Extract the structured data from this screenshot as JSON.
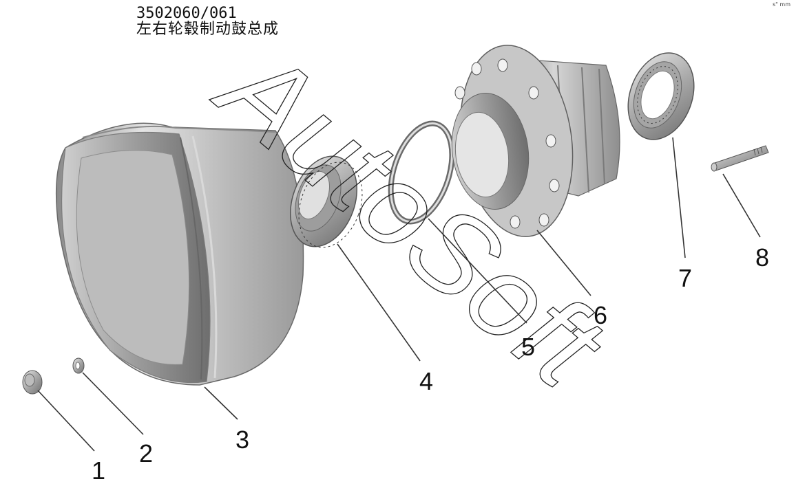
{
  "title": {
    "code": "3502060/061",
    "name": "左右轮毂制动鼓总成"
  },
  "corner_mark": "s\" mm",
  "watermark": "AutoSoft",
  "callouts": [
    {
      "id": "1",
      "label": "1",
      "part": "nut"
    },
    {
      "id": "2",
      "label": "2",
      "part": "washer"
    },
    {
      "id": "3",
      "label": "3",
      "part": "brake-drum"
    },
    {
      "id": "4",
      "label": "4",
      "part": "outer-bearing"
    },
    {
      "id": "5",
      "label": "5",
      "part": "snap-ring"
    },
    {
      "id": "6",
      "label": "6",
      "part": "wheel-hub"
    },
    {
      "id": "7",
      "label": "7",
      "part": "inner-bearing"
    },
    {
      "id": "8",
      "label": "8",
      "part": "wheel-stud"
    }
  ]
}
